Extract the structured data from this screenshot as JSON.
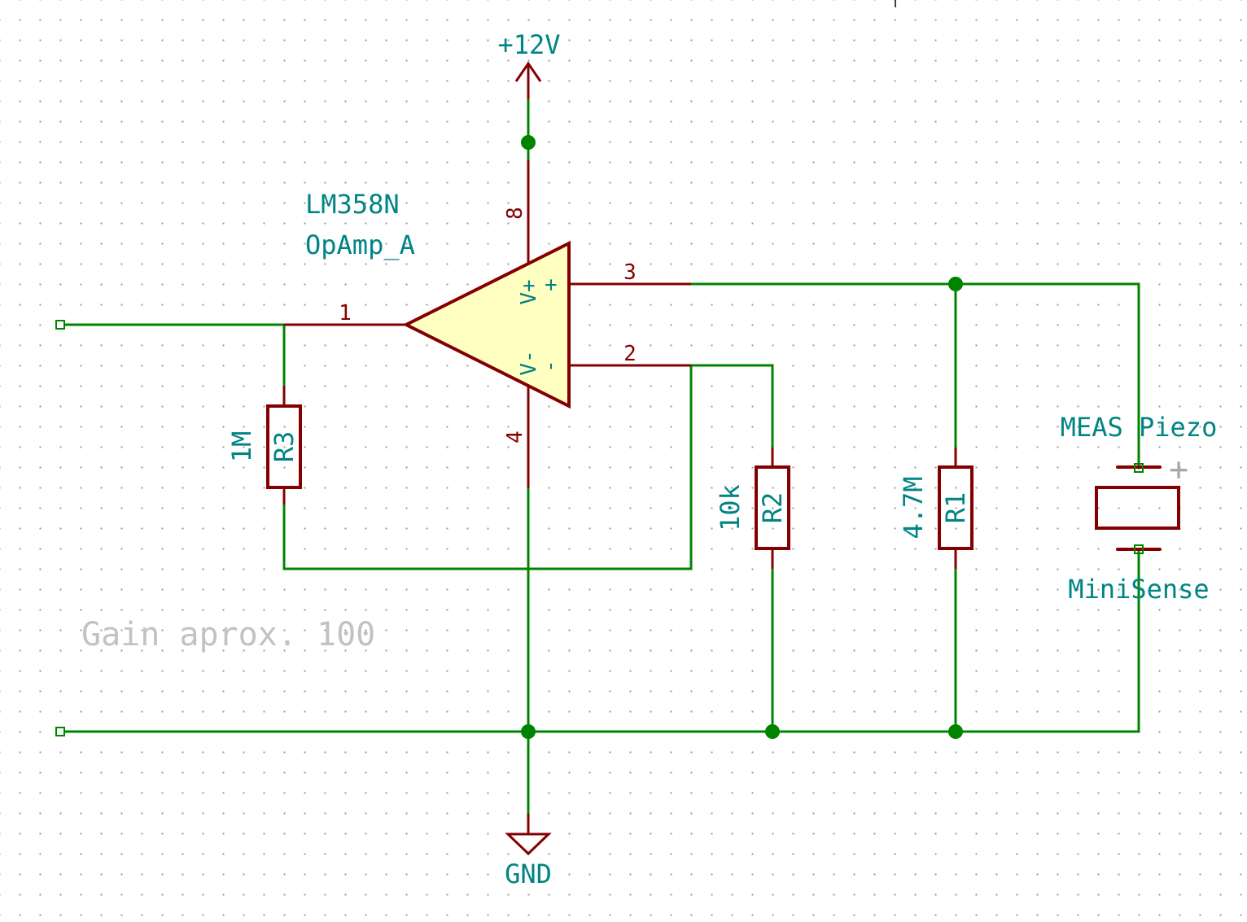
{
  "colors": {
    "wire": "#008400",
    "component": "#840000",
    "component_fill": "#ffffc2",
    "label": "#008484",
    "note": "#c2c2c2",
    "grid": "#9a9a9a"
  },
  "power": {
    "vcc": "+12V",
    "gnd": "GND"
  },
  "opamp": {
    "value": "LM358N",
    "ref": "OpAmp_A",
    "pins": {
      "out_num": "1",
      "noninv_num": "3",
      "inv_num": "2",
      "vplus_num": "8",
      "vminus_num": "4",
      "vplus_name": "V+",
      "vminus_name": "V-",
      "noninv_sym": "+",
      "inv_sym": "-"
    }
  },
  "resistors": {
    "r1": {
      "ref": "R1",
      "value": "4.7M"
    },
    "r2": {
      "ref": "R2",
      "value": "10k"
    },
    "r3": {
      "ref": "R3",
      "value": "1M"
    }
  },
  "piezo": {
    "name": "MEAS Piezo",
    "value": "MiniSense",
    "polarity": "+"
  },
  "note": "Gain aprox. 100"
}
